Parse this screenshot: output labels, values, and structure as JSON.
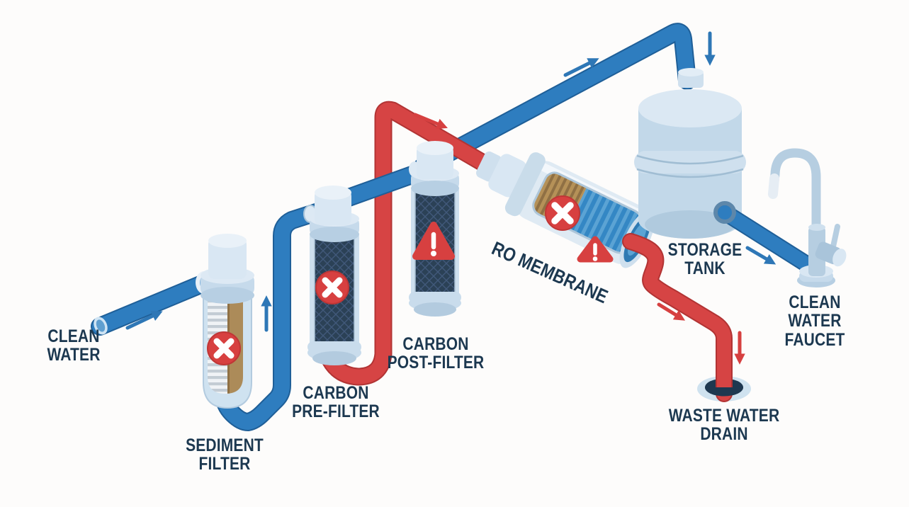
{
  "diagram": {
    "type": "process-flow",
    "subject": "reverse-osmosis water filtration system",
    "flow_order": [
      "clean_water",
      "sediment_filter",
      "carbon_pre_filter",
      "carbon_post_filter",
      "ro_membrane",
      "storage_tank",
      "clean_water_faucet",
      "waste_water_drain"
    ]
  },
  "labels": {
    "clean_water": "CLEAN\nWATER",
    "sediment_filter": "SEDIMENT\nFILTER",
    "carbon_pre_filter": "CARBON\nPRE-FILTER",
    "carbon_post_filter": "CARBON\nPOST-FILTER",
    "ro_membrane": "RO MEMBRANE",
    "storage_tank": "STORAGE\nTANK",
    "clean_water_faucet": "CLEAN WATER\nFAUCET",
    "waste_water_drain": "WASTE WATER\nDRAIN"
  },
  "status_icons": {
    "sediment_filter": "fail-x-badge",
    "carbon_pre_filter": "fail-x-badge",
    "carbon_post_filter": "warning-triangle",
    "ro_membrane": "fail-x-badge + warning-triangle"
  },
  "arrows": [
    {
      "id": "inlet",
      "color": "blue",
      "direction": "up-right"
    },
    {
      "id": "sediment-riser",
      "color": "blue",
      "direction": "up"
    },
    {
      "id": "pre-filter-to-membrane",
      "color": "red",
      "direction": "down-right"
    },
    {
      "id": "post-filter-to-tank",
      "color": "blue",
      "direction": "up-right"
    },
    {
      "id": "tank-inlet",
      "color": "blue",
      "direction": "down"
    },
    {
      "id": "tank-to-faucet",
      "color": "blue",
      "direction": "down-right"
    },
    {
      "id": "waste-diagonal",
      "color": "red",
      "direction": "down-right"
    },
    {
      "id": "waste-drop",
      "color": "red",
      "direction": "down"
    }
  ],
  "colors": {
    "background": "#fdfcfb",
    "clean_water_line": "#2e7dbf",
    "waste_water_line": "#d64444",
    "equipment_light_blue": "#cfe0ee",
    "filter_media_dark": "#2b4156",
    "sediment_media_tan": "#ac8b59",
    "badge_red": "#d74040",
    "label_text": "#1c3850"
  }
}
